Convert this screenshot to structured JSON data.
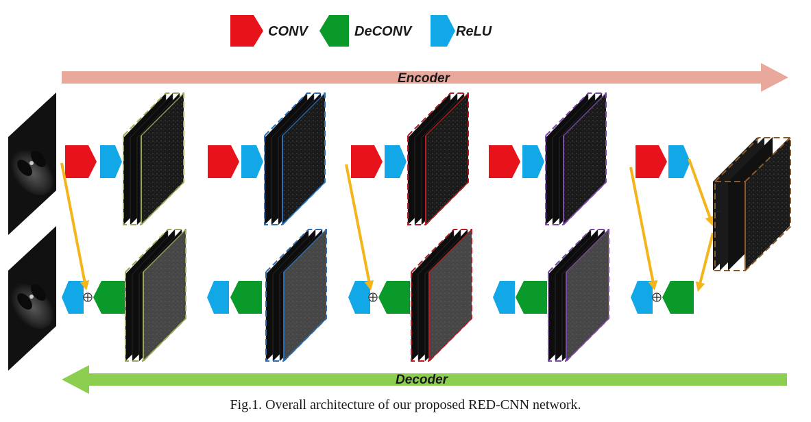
{
  "legend": {
    "conv_label": "CONV",
    "deconv_label": "DeCONV",
    "relu_label": "ReLU"
  },
  "encoder_label": "Encoder",
  "decoder_label": "Decoder",
  "caption": "Fig.1. Overall architecture of our proposed RED-CNN network.",
  "colors": {
    "conv": "#e8121b",
    "deconv": "#0a9a2a",
    "relu": "#12a8e8",
    "encoder_arrow": "#e8a89c",
    "decoder_arrow": "#8ccf50",
    "skip_arrow": "#f5b41a",
    "stack_olive": "#9aa85a",
    "stack_blue": "#2a6fb5",
    "stack_red": "#b81c22",
    "stack_purple": "#7a4aa6",
    "stack_brown": "#8a5a2a"
  }
}
